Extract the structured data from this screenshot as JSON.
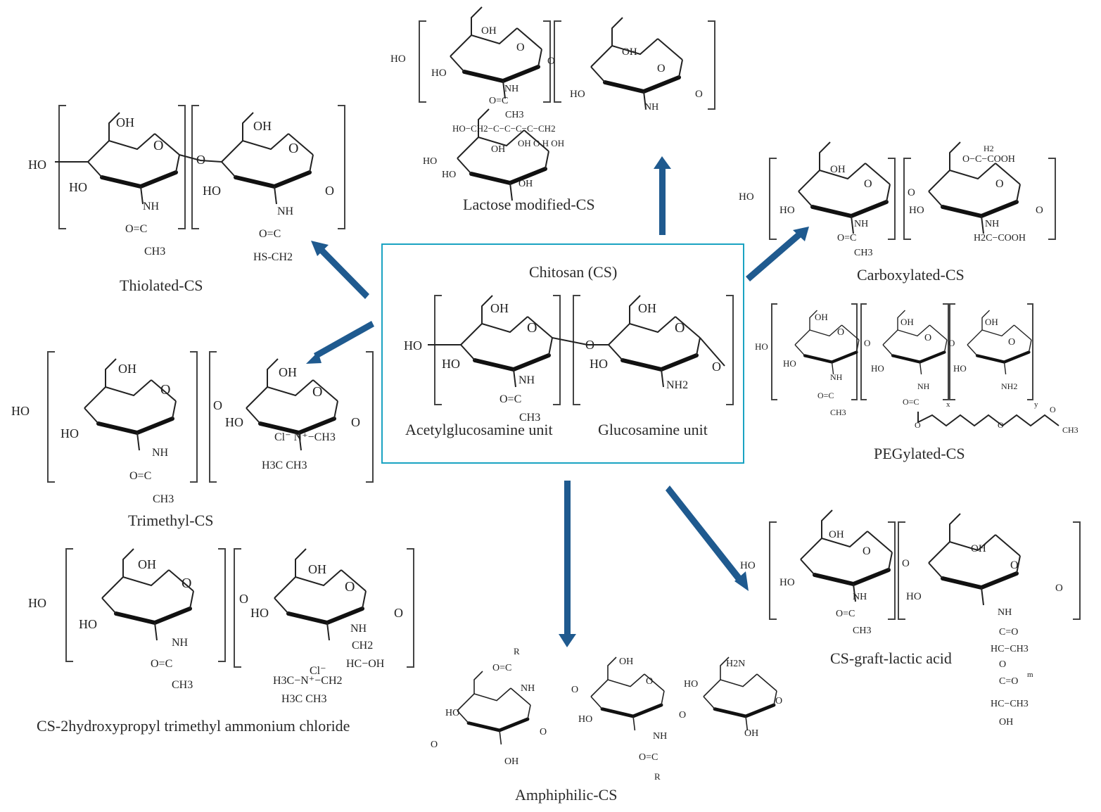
{
  "center": {
    "title": "Chitosan (CS)",
    "unit_left": "Acetylglucosamine unit",
    "unit_right": "Glucosamine unit"
  },
  "derivatives": [
    {
      "id": "lactose",
      "label": "Lactose modified-CS"
    },
    {
      "id": "thiolated",
      "label": "Thiolated-CS"
    },
    {
      "id": "carboxylated",
      "label": "Carboxylated-CS"
    },
    {
      "id": "trimethyl",
      "label": "Trimethyl-CS"
    },
    {
      "id": "pegylated",
      "label": "PEGylated-CS"
    },
    {
      "id": "hptmac",
      "label": "CS-2hydroxypropyl trimethyl ammonium chloride"
    },
    {
      "id": "lactic",
      "label": "CS-graft-lactic acid"
    },
    {
      "id": "amphiphilic",
      "label": "Amphiphilic-CS"
    }
  ],
  "atoms": {
    "OH": "OH",
    "HO": "HO",
    "O": "O",
    "NH": "NH",
    "NH2": "NH2",
    "CO": "O=C",
    "CH3": "CH3",
    "HS": "HS-CH2",
    "Cl": "Cl-",
    "COOH": "COOH",
    "R": "R",
    "H2N": "H2N"
  },
  "colors": {
    "arrow": "#1f5a8f",
    "box_border": "#1aa3c2",
    "text": "#2a2a2a"
  }
}
